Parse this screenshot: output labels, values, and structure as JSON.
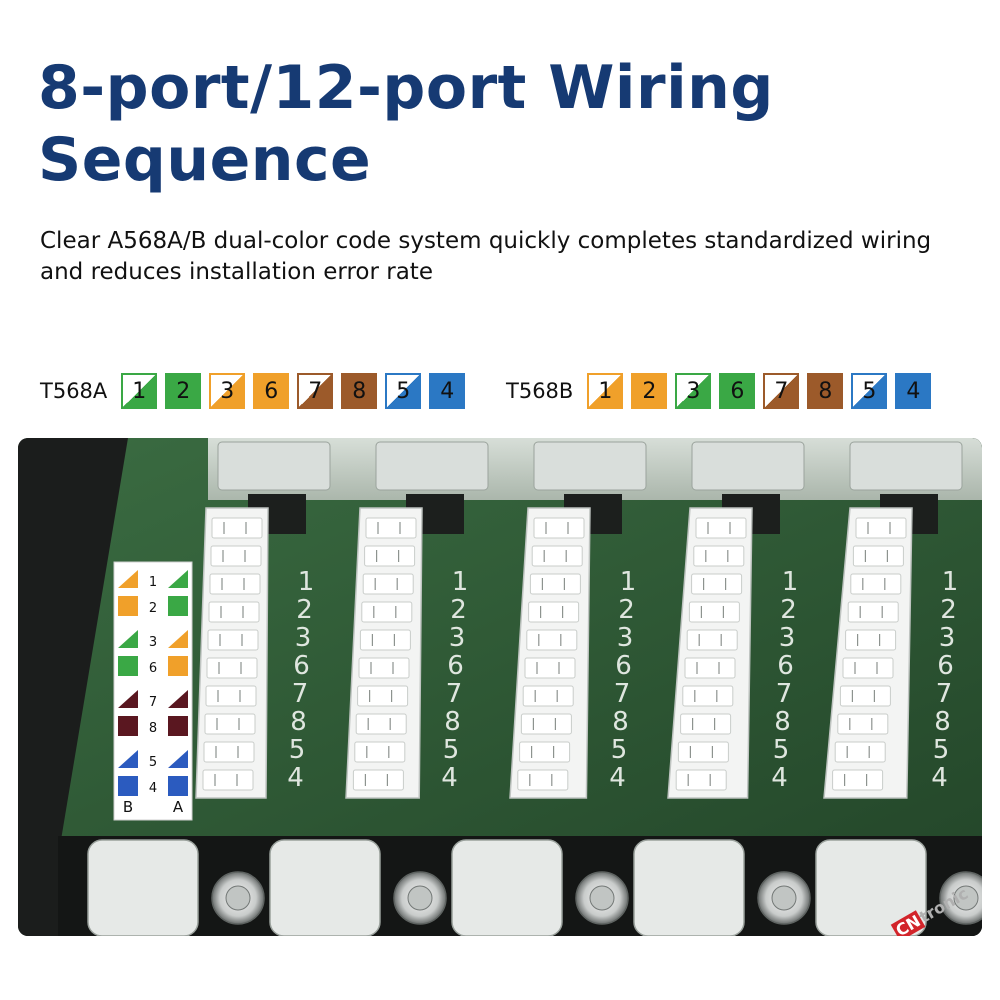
{
  "heading": {
    "title": "8-port/12-port Wiring Sequence",
    "subtitle": "Clear A568A/B dual-color code system quickly completes standardized wiring and reduces installation error rate"
  },
  "colors": {
    "navy": "#163a73",
    "green": "#3aa845",
    "orange": "#f0a02a",
    "brown": "#9c5a2a",
    "blue": "#2b78c4",
    "pcb": "#2e5a35"
  },
  "codes": {
    "t568a": {
      "label": "T568A",
      "swatches": [
        {
          "num": "1",
          "color": "green",
          "striped": true
        },
        {
          "num": "2",
          "color": "green",
          "striped": false
        },
        {
          "num": "3",
          "color": "orange",
          "striped": true
        },
        {
          "num": "6",
          "color": "orange",
          "striped": false
        },
        {
          "num": "7",
          "color": "brown",
          "striped": true
        },
        {
          "num": "8",
          "color": "brown",
          "striped": false
        },
        {
          "num": "5",
          "color": "blue",
          "striped": true
        },
        {
          "num": "4",
          "color": "blue",
          "striped": false
        }
      ]
    },
    "t568b": {
      "label": "T568B",
      "swatches": [
        {
          "num": "1",
          "color": "orange",
          "striped": true
        },
        {
          "num": "2",
          "color": "orange",
          "striped": false
        },
        {
          "num": "3",
          "color": "green",
          "striped": true
        },
        {
          "num": "6",
          "color": "green",
          "striped": false
        },
        {
          "num": "7",
          "color": "brown",
          "striped": true
        },
        {
          "num": "8",
          "color": "brown",
          "striped": false
        },
        {
          "num": "5",
          "color": "blue",
          "striped": true
        },
        {
          "num": "4",
          "color": "blue",
          "striped": false
        }
      ]
    }
  },
  "photo": {
    "label_sticker": {
      "pairs": [
        "1",
        "2",
        "3",
        "6",
        "7",
        "8",
        "5",
        "4"
      ],
      "b_label": "B",
      "a_label": "A"
    },
    "pin_sequence": [
      "1",
      "2",
      "3",
      "6",
      "7",
      "8",
      "5",
      "4"
    ]
  },
  "watermark": {
    "cn": "CN",
    "rest": "tronic"
  }
}
